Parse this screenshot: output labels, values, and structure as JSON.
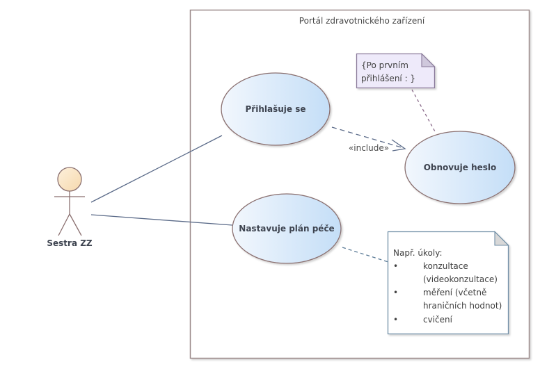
{
  "diagram_type": "UML use case diagram",
  "system_boundary": {
    "title": "Portál zdravotnického zařízení"
  },
  "actor": {
    "name": "Sestra ZZ"
  },
  "use_cases": [
    {
      "id": "login",
      "label": "Přihlašuje se"
    },
    {
      "id": "reset",
      "label": "Obnovuje heslo"
    },
    {
      "id": "plan",
      "label": "Nastavuje plán péče"
    }
  ],
  "relationships": [
    {
      "type": "association",
      "from": "Sestra ZZ",
      "to": "Přihlašuje se"
    },
    {
      "type": "association",
      "from": "Sestra ZZ",
      "to": "Nastavuje plán péče"
    },
    {
      "type": "include",
      "from": "Přihlašuje se",
      "to": "Obnovuje heslo",
      "label": "«include»"
    }
  ],
  "notes": {
    "constraint": {
      "lines": [
        "{Po prvním",
        "přihlášení : }"
      ],
      "attached_to": "Obnovuje heslo"
    },
    "tasks": {
      "heading": "Např. úkoly:",
      "bullet": "•",
      "items": [
        {
          "lines": [
            "konzultace",
            "(videokonzultace)"
          ]
        },
        {
          "lines": [
            "měření (včetně",
            "hraničních hodnot)"
          ]
        },
        {
          "lines": [
            "cvičení"
          ]
        }
      ],
      "attached_to": "Nastavuje plán péče"
    }
  },
  "colors": {
    "boundary_stroke": "#9b8a8a",
    "usecase_fill_start": "#eef5fd",
    "usecase_fill_end": "#c6e0f8",
    "usecase_stroke": "#8a6f6f",
    "actor_head_fill": "#fbe6c6",
    "association_line": "#5a6a88",
    "constraint_note_fill": "#eeeafa",
    "constraint_note_stroke": "#8a7a9a",
    "constraint_link": "#8a6a8a",
    "tasks_note_stroke": "#6f8ea6",
    "tasks_link": "#5a7a96"
  }
}
